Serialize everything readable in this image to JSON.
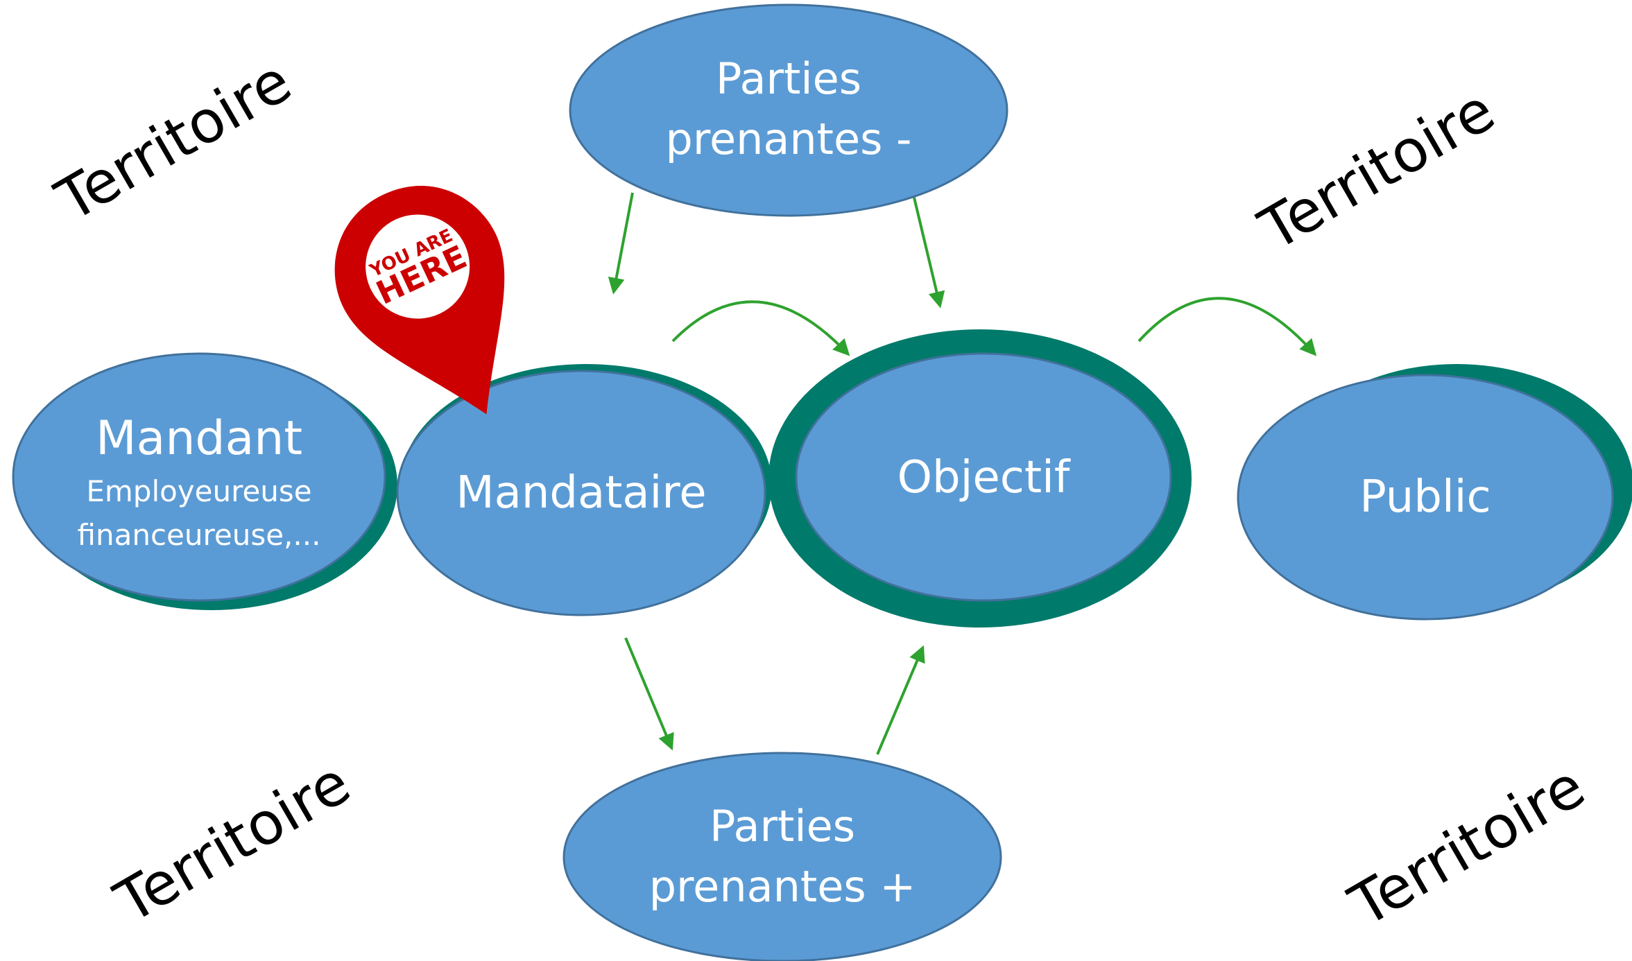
{
  "corners": {
    "top_left": "Territoire",
    "top_right": "Territoire",
    "bottom_left": "Territoire",
    "bottom_right": "Territoire"
  },
  "nodes": {
    "parties_moins": {
      "line1": "Parties",
      "line2": "prenantes -"
    },
    "parties_plus": {
      "line1": "Parties",
      "line2": "prenantes +"
    },
    "mandant": {
      "title": "Mandant",
      "line1": "Employeureuse",
      "line2": "financeureuse,..."
    },
    "mandataire": {
      "title": "Mandataire"
    },
    "objectif": {
      "title": "Objectif"
    },
    "public": {
      "title": "Public"
    }
  },
  "pin": {
    "line1": "YOU ARE",
    "line2": "HERE",
    "color": "#cc0000"
  },
  "colors": {
    "node_fill": "#5b9bd5",
    "node_stroke": "#41719c",
    "ring": "#007a6a",
    "arrow": "#2ea22e"
  }
}
